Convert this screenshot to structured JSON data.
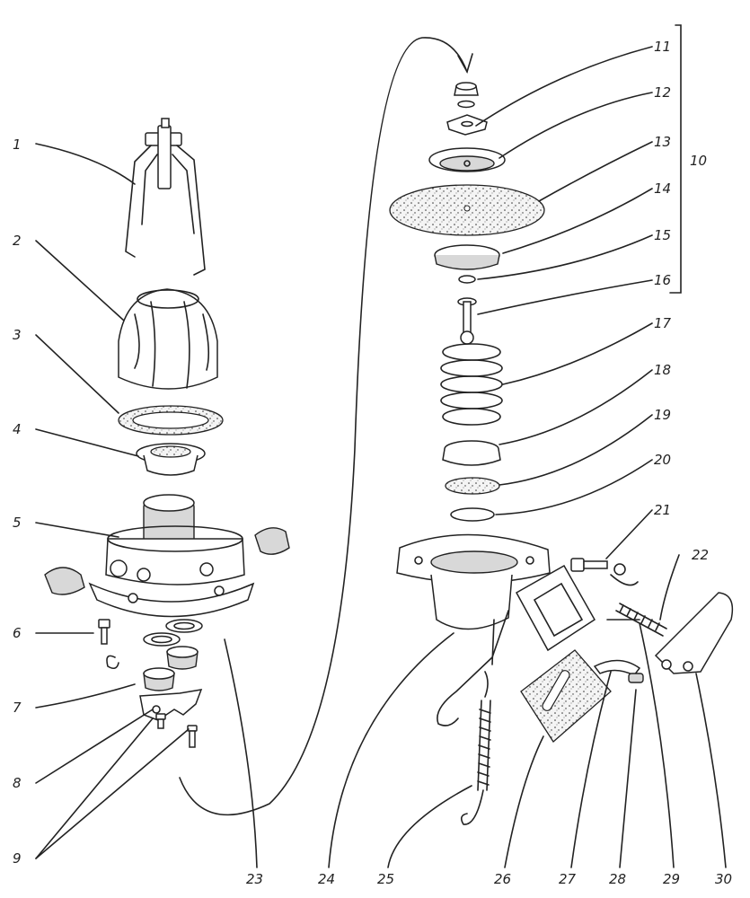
{
  "labels": {
    "l1": "1",
    "l2": "2",
    "l3": "3",
    "l4": "4",
    "l5": "5",
    "l6": "6",
    "l7": "7",
    "l8": "8",
    "l9": "9",
    "l10": "10",
    "l11": "11",
    "l12": "12",
    "l13": "13",
    "l14": "14",
    "l15": "15",
    "l16": "16",
    "l17": "17",
    "l18": "18",
    "l19": "19",
    "l20": "20",
    "l21": "21",
    "l22": "22",
    "l23": "23",
    "l24": "24",
    "l25": "25",
    "l26": "26",
    "l27": "27",
    "l28": "28",
    "l29": "29",
    "l30": "30"
  },
  "colors": {
    "ink": "#222222",
    "paper": "#ffffff"
  }
}
